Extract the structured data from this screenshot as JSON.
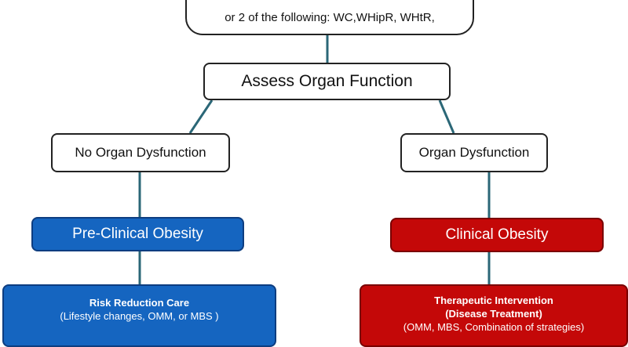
{
  "nodes": {
    "top": "or 2 of the following: WC,WHipR, WHtR,",
    "assess": "Assess Organ Function",
    "no_dysfunction": "No Organ Dysfunction",
    "dysfunction": "Organ Dysfunction",
    "preclinical": "Pre-Clinical Obesity",
    "clinical": "Clinical Obesity",
    "risk_title": "Risk Reduction Care",
    "risk_detail": "(Lifestyle changes, OMM, or MBS )",
    "therapeutic_title": "Therapeutic Intervention",
    "therapeutic_subtitle": "(Disease Treatment)",
    "therapeutic_detail": "(OMM, MBS, Combination of strategies)"
  },
  "colors": {
    "connector": "#2b6777",
    "preclinical_fill": "#1565c0",
    "clinical_fill": "#c40808"
  }
}
